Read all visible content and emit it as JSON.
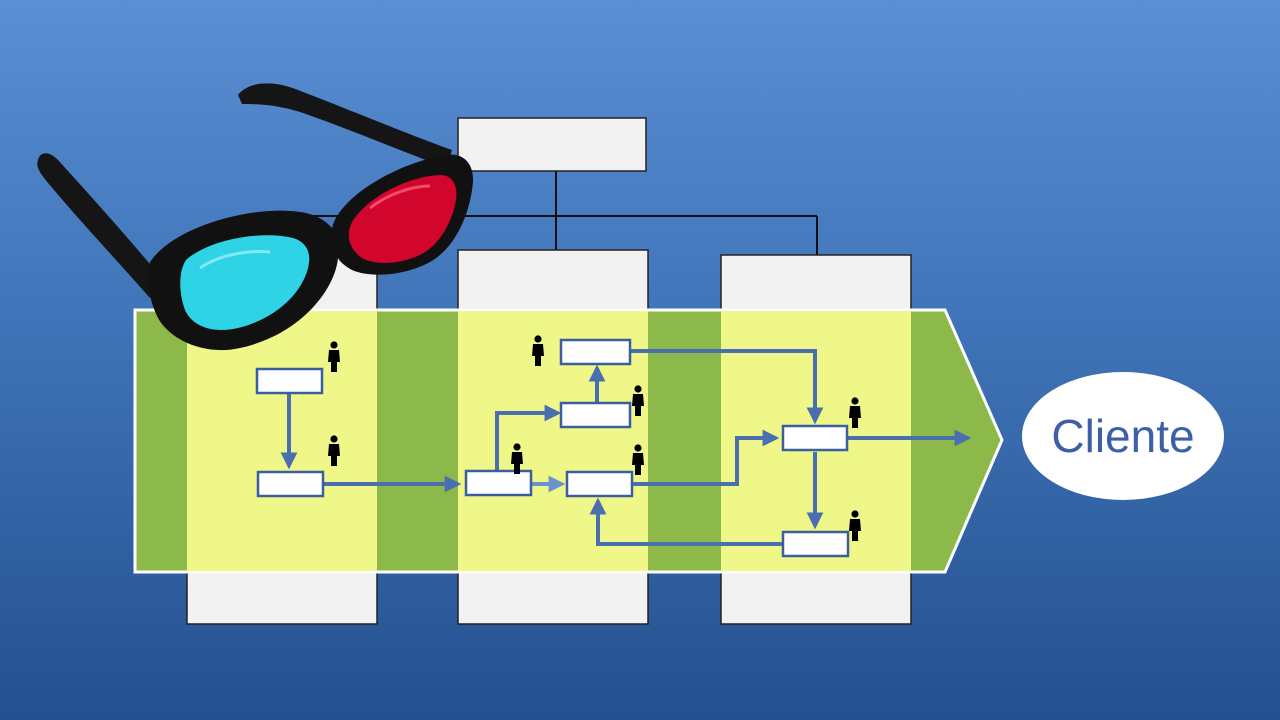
{
  "diagram": {
    "client_label": "Cliente",
    "colors": {
      "background_top": "#5b8ed4",
      "background_bottom": "#24508f",
      "department_box": "#f2f2f2",
      "process_arrow_green": "#8db84a",
      "highlight_yellow": "#f5fa8c",
      "flow_arrow": "#4a6fb0",
      "client_text": "#3d5fa8"
    },
    "icons": [
      "org-chart",
      "process-value-stream-arrow",
      "person-icon",
      "3d-glasses"
    ]
  }
}
